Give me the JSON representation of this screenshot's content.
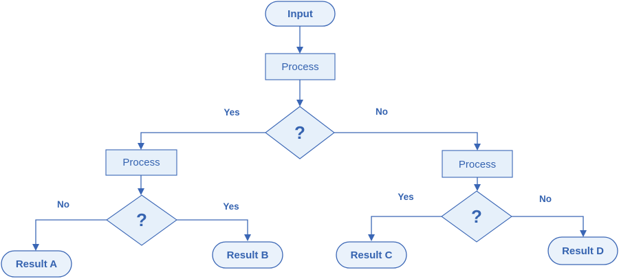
{
  "theme": {
    "stroke": "#3a66b5",
    "fill": "#e6f0fa",
    "text": "#3563b0"
  },
  "nodes": {
    "input": "Input",
    "process_top": "Process",
    "decision_top": "?",
    "process_left": "Process",
    "process_right": "Process",
    "decision_left": "?",
    "decision_right": "?",
    "result_a": "Result A",
    "result_b": "Result B",
    "result_c": "Result C",
    "result_d": "Result D"
  },
  "edges": {
    "top_yes": "Yes",
    "top_no": "No",
    "left_no": "No",
    "left_yes": "Yes",
    "right_yes": "Yes",
    "right_no": "No"
  }
}
